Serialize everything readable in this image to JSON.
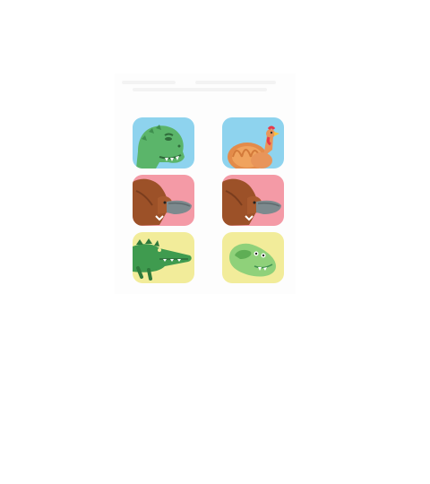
{
  "grid": {
    "columns": 2,
    "rows": 3,
    "cards": [
      {
        "id": "card-trex",
        "animal": "t-rex",
        "color": "blue",
        "icon": "t-rex-icon"
      },
      {
        "id": "card-turkey",
        "animal": "turkey",
        "color": "blue",
        "icon": "turkey-icon"
      },
      {
        "id": "card-platypus-1",
        "animal": "platypus",
        "color": "pink",
        "icon": "platypus-icon"
      },
      {
        "id": "card-platypus-2",
        "animal": "platypus",
        "color": "pink",
        "icon": "platypus-icon"
      },
      {
        "id": "card-crocodile",
        "animal": "crocodile",
        "color": "yellow",
        "icon": "crocodile-icon"
      },
      {
        "id": "card-croc-slipper",
        "animal": "croc-slipper",
        "color": "yellow",
        "icon": "crocodile-slipper-icon"
      }
    ]
  },
  "colors": {
    "blue": "#8ed3ee",
    "pink": "#f49aa6",
    "yellow": "#f2ec9a",
    "dino_green": "#5bb56a",
    "platypus_brown": "#a0522d",
    "bill_gray": "#7d8a8e",
    "turkey_orange": "#f0a35e"
  }
}
